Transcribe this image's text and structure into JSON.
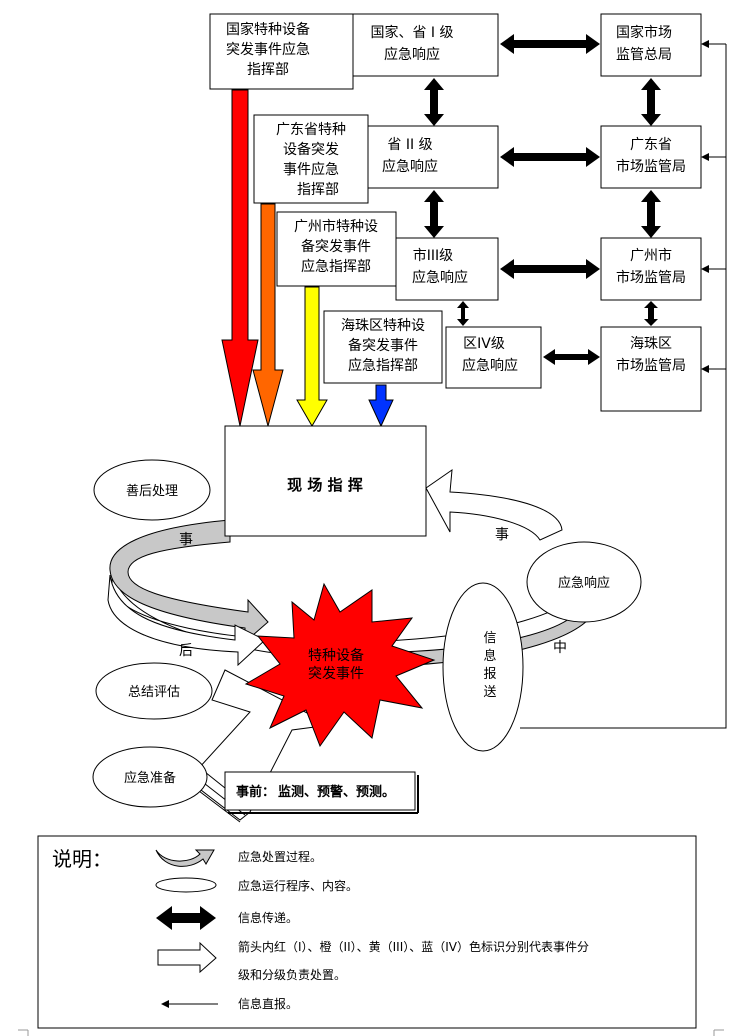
{
  "command_boxes": {
    "national": [
      "国家特种设备",
      "突发事件应急",
      "指挥部"
    ],
    "guangdong": [
      "广东省特种",
      "设备突发",
      "事件应急",
      "指挥部"
    ],
    "guangzhou": [
      "广州市特种设",
      "备突发事件",
      "应急指挥部"
    ],
    "haizhu": [
      "海珠区特种设",
      "备突发事件",
      "应急指挥部"
    ]
  },
  "response_levels": {
    "level1": [
      "国家、省 I 级",
      "应急响应"
    ],
    "level2": [
      "省 II 级",
      "应急响应"
    ],
    "level3": [
      "市III级",
      "应急响应"
    ],
    "level4": [
      "区IV级",
      "应急响应"
    ]
  },
  "regulators": {
    "national": [
      "国家市场",
      "监管总局"
    ],
    "guangdong": [
      "广东省",
      "市场监管局"
    ],
    "guangzhou": [
      "广州市",
      "市场监管局"
    ],
    "haizhu": [
      "海珠区",
      "市场监管局"
    ]
  },
  "center_title": "现 场 指 挥",
  "incident": [
    "特种设备",
    "突发事件"
  ],
  "cycle": {
    "aftermath": "善后处理",
    "response": "应急响应",
    "info_report": [
      "信",
      "息",
      "报",
      "送"
    ],
    "summary": "总结评估",
    "preparation": "应急准备",
    "label_shi_top": "事",
    "label_shi_right": "事",
    "label_hou": "后",
    "label_zhong": "中",
    "pre_event_bold": "事前：",
    "pre_event_text": "监测、预警、预测。"
  },
  "legend": {
    "title": "说明：",
    "items": [
      "应急处置过程。",
      "应急运行程序、内容。",
      "信息传递。",
      "箭头内红（I）、橙（II）、黄（III）、蓝（IV）色标识分别代表事件分",
      "级和分级负责处置。",
      "信息直报。"
    ]
  },
  "colors": {
    "red": "#ff0000",
    "orange": "#ff6600",
    "yellow": "#ffff00",
    "blue": "#0033ff",
    "grey_band": "#c8c8c8"
  }
}
